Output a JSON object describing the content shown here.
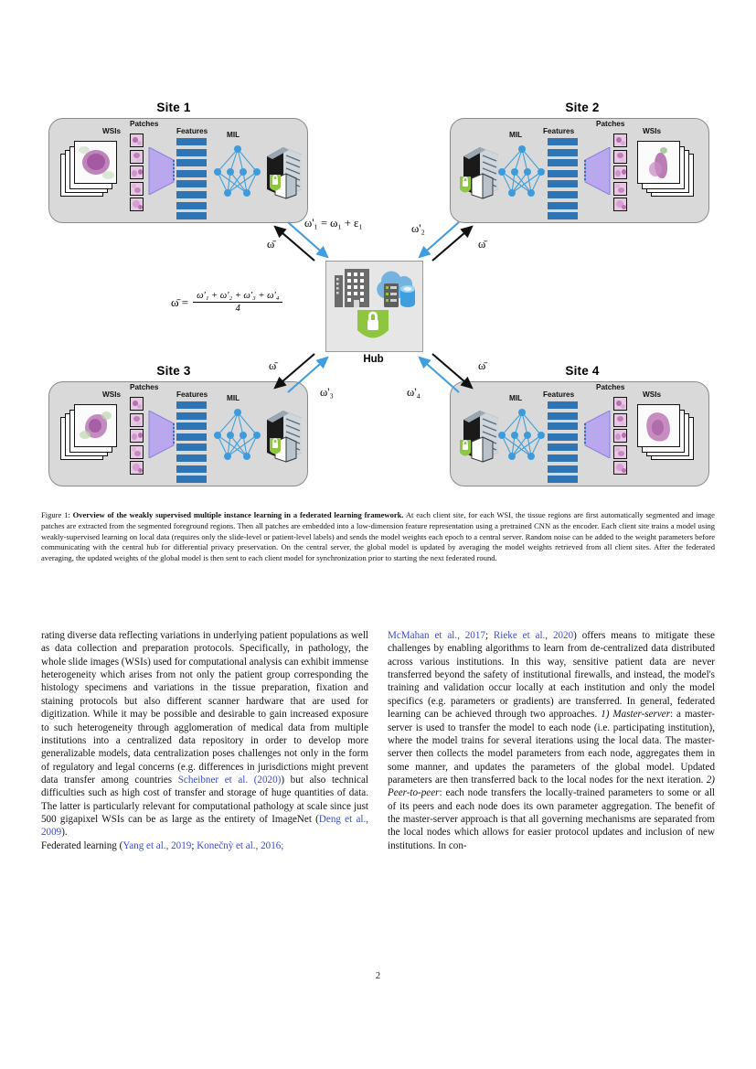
{
  "figure": {
    "sites": [
      {
        "id": "site1",
        "title": "Site 1"
      },
      {
        "id": "site2",
        "title": "Site 2"
      },
      {
        "id": "site3",
        "title": "Site 3"
      },
      {
        "id": "site4",
        "title": "Site 4"
      }
    ],
    "panel_labels": {
      "wsis": "WSIs",
      "patches": "Patches",
      "features": "Features",
      "mil": "MIL"
    },
    "hub": {
      "label": "Hub",
      "icons": [
        "building-icon",
        "cloud-server-icon",
        "database-icon",
        "shield-lock-icon"
      ]
    },
    "arrow_labels": {
      "up1": "ω'₁ = ω₁ + ε₁",
      "up2": "ω'₂",
      "up3": "ω'₃",
      "up4": "ω'₄",
      "down": "ω̄"
    },
    "average_equation": {
      "lhs": "ω̄  =",
      "numerator": "ω'₁ + ω'₂ + ω'₃ + ω'₄",
      "denominator": "4"
    },
    "colors": {
      "panel_fill": "#d9d9d9",
      "panel_stroke": "#8a8a8a",
      "feature_bar": "#2f74b5",
      "mil_node": "#3d9bdc",
      "funnel": "#b9a8ee",
      "shield_green": "#8ec63f",
      "upload_arrow": "#3f9ede",
      "download_arrow": "#111111",
      "hub_fill": "#e6e6e6"
    }
  },
  "caption": {
    "prefix": "Figure 1: ",
    "bold": "Overview of the weakly supervised multiple instance learning in a federated learning framework.",
    "body": " At each client site, for each WSI, the tissue regions are first automatically segmented and image patches are extracted from the segmented foreground regions. Then all patches are embedded into a low-dimension feature representation using a pretrained CNN as the encoder. Each client site trains a model using weakly-supervised learning on local data (requires only the slide-level or patient-level labels) and sends the model weights each epoch to a central server. Random noise can be added to the weight parameters before communicating with the central hub for differential privacy preservation. On the central server, the global model is updated by averaging the model weights retrieved from all client sites. After the federated averaging, the updated weights of the global model is then sent to each client model for synchronization prior to starting the next federated round."
  },
  "body_text": {
    "left": {
      "para1_a": "rating diverse data reflecting variations in underlying patient populations as well as data collection and preparation protocols. Specifically, in pathology, the whole slide images (WSIs) used for computational analysis can exhibit immense heterogeneity which arises from not only the patient group corresponding the histology specimens and variations in the tissue preparation, fixation and staining protocols but also different scanner hardware that are used for digitization. While it may be possible and desirable to gain increased exposure to such heterogeneity through agglomeration of medical data from multiple institutions into a centralized data repository in order to develop more generalizable models, data centralization poses challenges not only in the form of regulatory and legal concerns (e.g. differences in jurisdictions might prevent data transfer among countries ",
      "cite1": "Scheibner et al. (2020)",
      "para1_b": ") but also technical difficulties such as high cost of transfer and storage of huge quantities of data. The latter is particularly relevant for computational pathology at scale since just 500 gigapixel WSIs can be as large as the entirety of ImageNet (",
      "cite2": "Deng et al., 2009",
      "para1_c": ").",
      "para2_a": "Federated learning (",
      "cite3": "Yang et al., 2019",
      "sep1": "; ",
      "cite4": "Konečnỳ et al., 2016;",
      "para2_b": ""
    },
    "right": {
      "cite5": "McMahan et al., 2017",
      "sep2": "; ",
      "cite6": "Rieke et al., 2020",
      "para3_a": ") offers means to mitigate these challenges by enabling algorithms to learn from de-centralized data distributed across various institutions. In this way, sensitive patient data are never transferred beyond the safety of institutional firewalls, and instead, the model's training and validation occur locally at each institution and only the model specifics (e.g. parameters or gradients) are transferred. In general, federated learning can be achieved through two approaches. ",
      "em1": "1) Master-server",
      "para3_b": ": a master-server is used to transfer the model to each node (i.e. participating institution), where the model trains for several iterations using the local data. The master-server then collects the model parameters from each node, aggregates them in some manner, and updates the parameters of the global model. Updated parameters are then transferred back to the local nodes for the next iteration. ",
      "em2": "2) Peer-to-peer",
      "para3_c": ": each node transfers the locally-trained parameters to some or all of its peers and each node does its own parameter aggregation. The benefit of the master-server approach is that all governing mechanisms are separated from the local nodes which allows for easier protocol updates and inclusion of new institutions. In con-"
    }
  },
  "page_number": "2"
}
